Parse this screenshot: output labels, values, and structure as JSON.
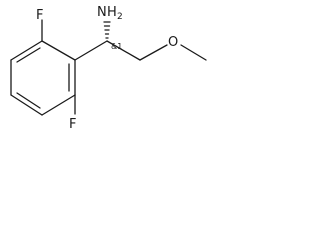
{
  "molecule": {
    "atoms": {
      "fluorine_top": "F",
      "fluorine_bottom": "F",
      "amine_n": "N",
      "amine_h": "H",
      "amine_h_count": "2",
      "oxygen": "O"
    },
    "stereo_label": "&1"
  },
  "colors": {
    "bond": "#1a1a1a",
    "background": "#ffffff"
  }
}
